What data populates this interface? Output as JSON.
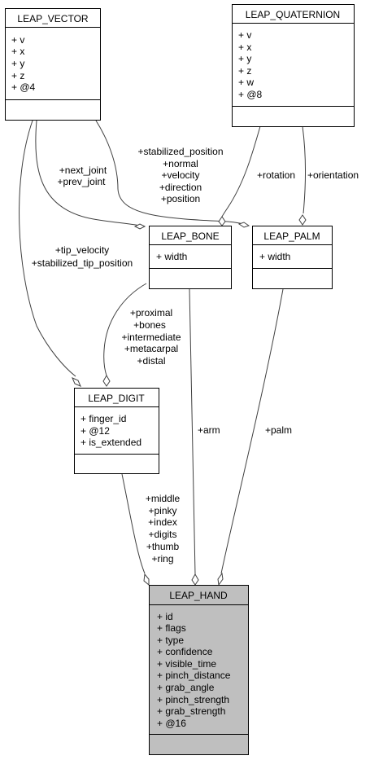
{
  "classes": {
    "leap_vector": {
      "name": "LEAP_VECTOR",
      "attrs": [
        "+ v",
        "+ x",
        "+ y",
        "+ z",
        "+ @4"
      ]
    },
    "leap_quaternion": {
      "name": "LEAP_QUATERNION",
      "attrs": [
        "+ v",
        "+ x",
        "+ y",
        "+ z",
        "+ w",
        "+ @8"
      ]
    },
    "leap_bone": {
      "name": "LEAP_BONE",
      "attrs": [
        "+ width"
      ]
    },
    "leap_palm": {
      "name": "LEAP_PALM",
      "attrs": [
        "+ width"
      ]
    },
    "leap_digit": {
      "name": "LEAP_DIGIT",
      "attrs": [
        "+ finger_id",
        "+ @12",
        "+ is_extended"
      ]
    },
    "leap_hand": {
      "name": "LEAP_HAND",
      "attrs": [
        "+ id",
        "+ flags",
        "+ type",
        "+ confidence",
        "+ visible_time",
        "+ pinch_distance",
        "+ grab_angle",
        "+ pinch_strength",
        "+ grab_strength",
        "+ @16"
      ]
    }
  },
  "edge_labels": {
    "vector_bone": [
      "+next_joint",
      "+prev_joint"
    ],
    "vector_palm": [
      "+stabilized_position",
      "+normal",
      "+velocity",
      "+direction",
      "+position"
    ],
    "quat_bone": [
      "+rotation"
    ],
    "quat_palm": [
      "+orientation"
    ],
    "vector_digit": [
      "+tip_velocity",
      "+stabilized_tip_position"
    ],
    "bone_digit": [
      "+proximal",
      "+bones",
      "+intermediate",
      "+metacarpal",
      "+distal"
    ],
    "bone_hand": [
      "+arm"
    ],
    "palm_hand": [
      "+palm"
    ],
    "digit_hand": [
      "+middle",
      "+pinky",
      "+index",
      "+digits",
      "+thumb",
      "+ring"
    ]
  }
}
